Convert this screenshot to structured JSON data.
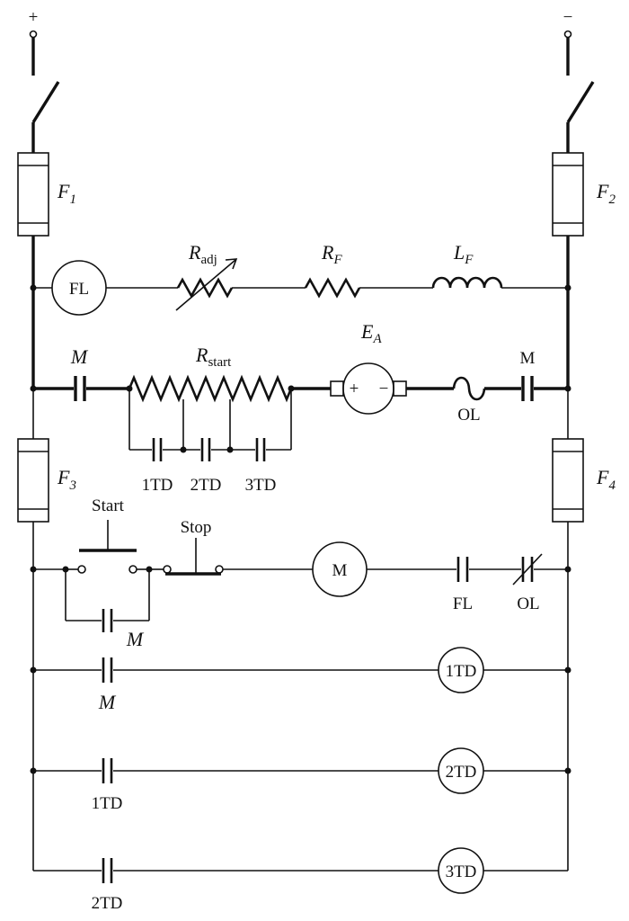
{
  "terminals": {
    "positive": "+",
    "negative": "−"
  },
  "fuses": {
    "f1": {
      "letter": "F",
      "sub": "1"
    },
    "f2": {
      "letter": "F",
      "sub": "2"
    },
    "f3": {
      "letter": "F",
      "sub": "3"
    },
    "f4": {
      "letter": "F",
      "sub": "4"
    }
  },
  "field_circuit": {
    "field_loss_relay": "FL",
    "r_adj": {
      "letter": "R",
      "sub": "adj"
    },
    "r_f": {
      "letter": "R",
      "sub": "F"
    },
    "l_f": {
      "letter": "L",
      "sub": "F"
    }
  },
  "armature_circuit": {
    "contact_m_left": "M",
    "r_start": {
      "letter": "R",
      "sub": "start"
    },
    "e_a": {
      "letter": "E",
      "sub": "A"
    },
    "armature_plus": "+",
    "armature_minus": "−",
    "overload_heater": "OL",
    "contact_m_right": "M",
    "td_contacts": [
      "1TD",
      "2TD",
      "3TD"
    ]
  },
  "control_circuit": {
    "start_label": "Start",
    "stop_label": "Stop",
    "motor_coil": "M",
    "fl_contact": "FL",
    "ol_contact": "OL",
    "seal_in_contact": "M",
    "rungs": [
      {
        "contact": "M",
        "coil": "1TD"
      },
      {
        "contact": "1TD",
        "coil": "2TD"
      },
      {
        "contact": "2TD",
        "coil": "3TD"
      }
    ]
  }
}
